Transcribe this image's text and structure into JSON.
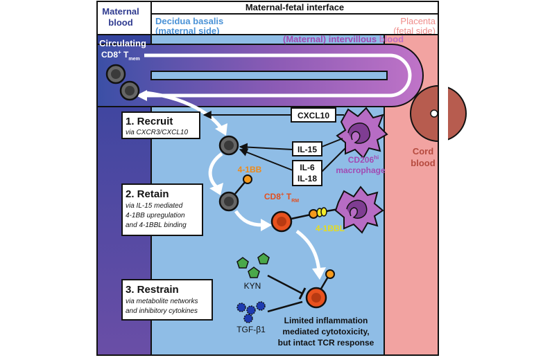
{
  "header": {
    "interface_title": "Maternal-fetal interface",
    "maternal_blood": [
      "Maternal",
      "blood"
    ],
    "decidua": [
      "Decidua basalis",
      "(maternal side)"
    ],
    "placenta": [
      "Placenta",
      "(fetal side)"
    ],
    "intervillous_prefix": "(Maternal) intervillous",
    "intervillous_suffix": "blood"
  },
  "labels": {
    "circulating": "Circulating",
    "cd8_tmem_base": "CD8",
    "cd8_tmem_sup": "+",
    "cd8_tmem_t": " T",
    "cd8_tmem_sub": "mem",
    "cd8_trm_base": "CD8",
    "cd8_trm_sup": "+",
    "cd8_trm_t": " T",
    "cd8_trm_sub": "RM",
    "cd206_base": "CD206",
    "cd206_sup": "hi",
    "macrophage": "macrophage",
    "cord": [
      "Cord",
      "blood"
    ],
    "l41bb": "4-1BB",
    "l41bbl": "4-1BBL",
    "kyn": "KYN",
    "tgf": "TGF-β1",
    "outcome": [
      "Limited inflammation",
      "mediated cytotoxicity,",
      "but intact TCR response"
    ]
  },
  "cytokines": {
    "cxcl10": "CXCL10",
    "il15": "IL-15",
    "il6": "IL-6",
    "il18": "IL-18"
  },
  "steps": [
    {
      "title": "1. Recruit",
      "lines": [
        "via CXCR3/CXCL10"
      ]
    },
    {
      "title": "2. Retain",
      "lines": [
        "via IL-15 mediated",
        "4-1BB upregulation",
        "and 4-1BBL binding"
      ]
    },
    {
      "title": "3. Restrain",
      "lines": [
        "via metabolite networks",
        "and inhibitory cytokines"
      ]
    }
  ],
  "colors": {
    "maternal_blood": "#3f4fa6",
    "decidua": "#8fbde6",
    "placenta": "#f2a3a1",
    "macrophage": "#b76cc4",
    "trm_cell": "#e8521f",
    "ligand_orange": "#f59a1c",
    "ligand_yellow": "#f2ea2a",
    "kyn_green": "#4aa84a",
    "tgf_blue": "#1e3bb0",
    "cord": "#b75c4f"
  }
}
